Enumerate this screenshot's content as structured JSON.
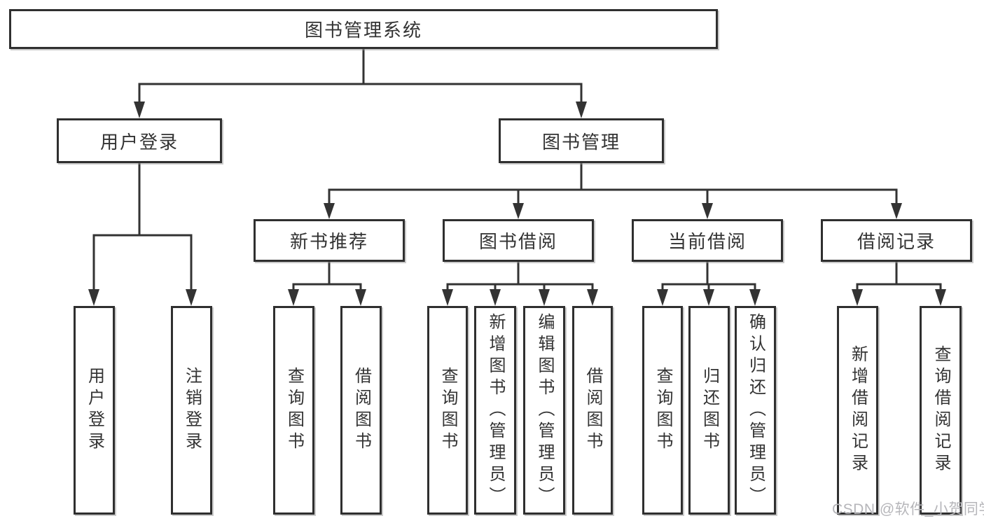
{
  "nodes": {
    "root": "图书管理系统",
    "user_login": "用户登录",
    "book_management": "图书管理",
    "new_book_recommendation": "新书推荐",
    "book_borrowing": "图书借阅",
    "current_borrowing": "当前借阅",
    "borrowing_records": "借阅记录",
    "user_login_leaf": "用户登录",
    "logout_leaf": "注销登录",
    "nbr_query_books": "查询图书",
    "nbr_borrow_books": "借阅图书",
    "bb_query_books": "查询图书",
    "bb_add_books_admin": "新增图书（管理员）",
    "bb_edit_books_admin": "编辑图书（管理员）",
    "bb_borrow_books": "借阅图书",
    "cb_query_books": "查询图书",
    "cb_return_books": "归还图书",
    "cb_confirm_return_admin": "确认归还（管理员）",
    "br_add_record": "新增借阅记录",
    "br_query_record": "查询借阅记录"
  },
  "watermark": {
    "text": "CSDN @软件_小贺同学"
  },
  "colors": {
    "line": "#333333",
    "box_border": "#2f2f2f",
    "text": "#333333",
    "watermark": "#b6b6ba",
    "background": "#ffffff"
  }
}
